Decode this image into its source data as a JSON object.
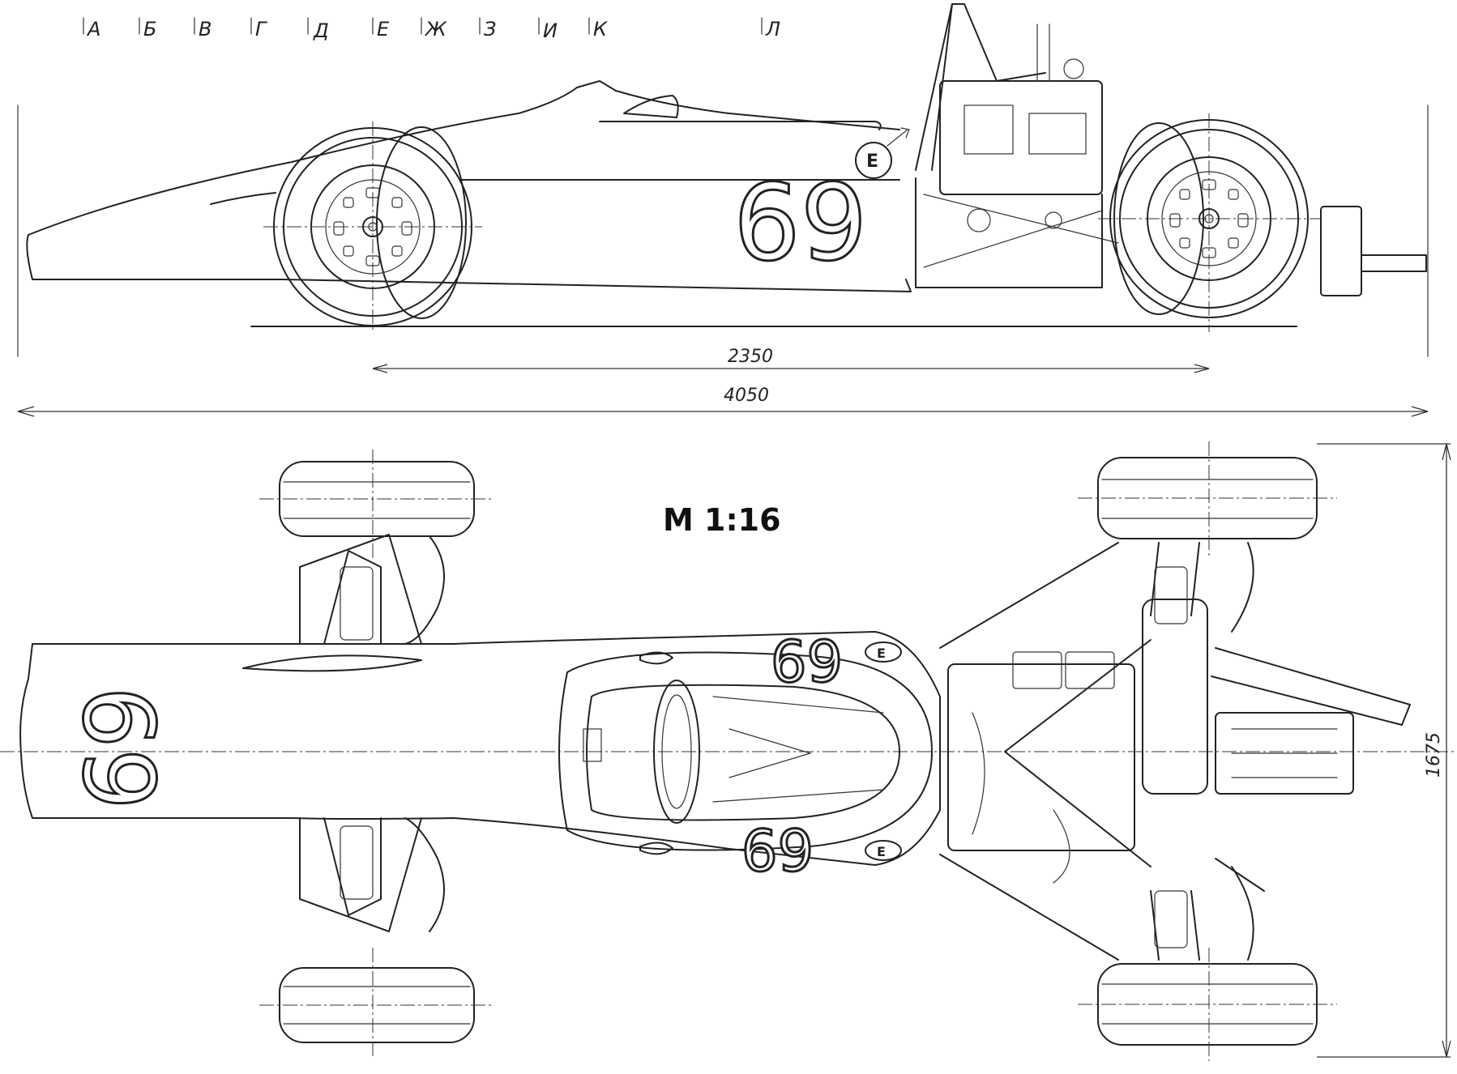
{
  "drawing": {
    "scale_label": "M 1:16",
    "race_number": "69",
    "badge_letter": "E",
    "stations": [
      "А",
      "Б",
      "В",
      "Г",
      "Д",
      "Е",
      "Ж",
      "З",
      "И",
      "К",
      "Л"
    ],
    "dimensions": {
      "wheelbase": "2350",
      "overall_length": "4050",
      "track_width": "1675"
    }
  }
}
